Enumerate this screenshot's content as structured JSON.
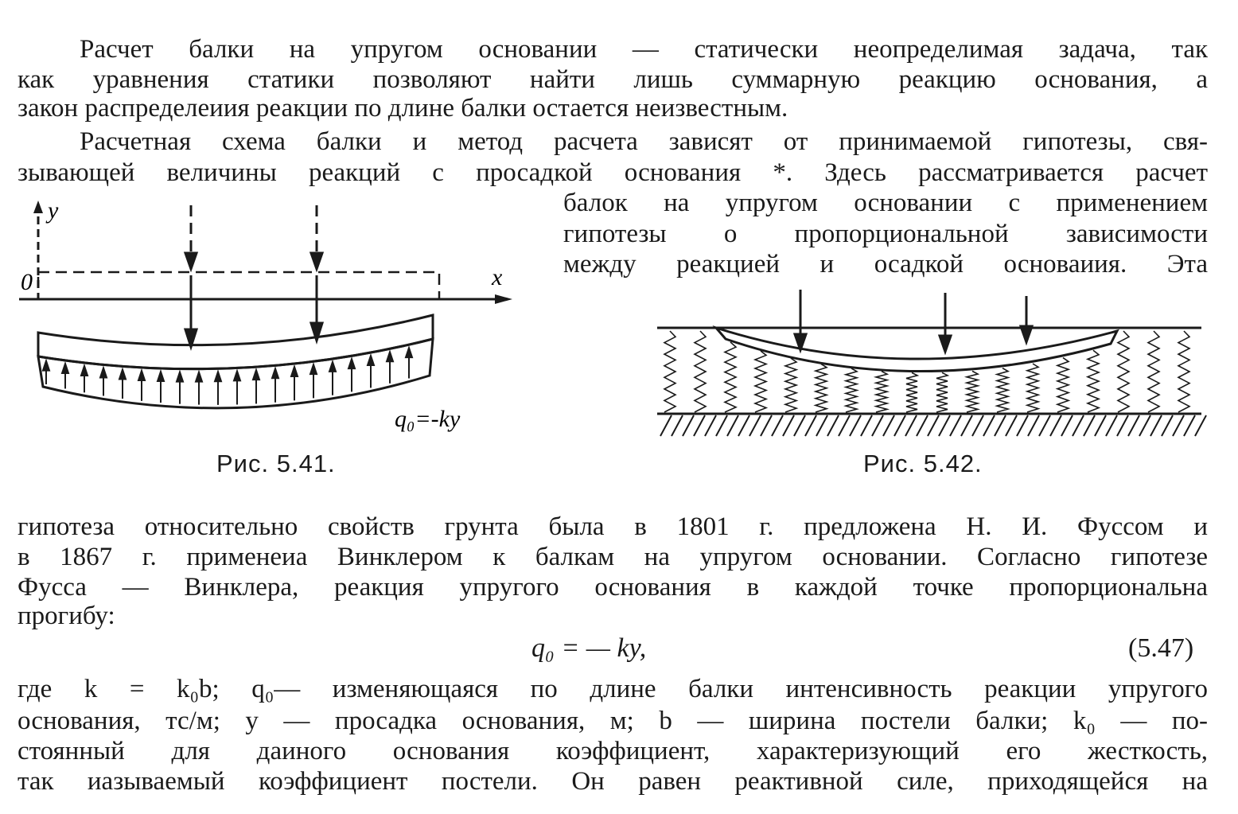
{
  "text": {
    "p1": [
      "Расчет балки на упругом основании — статически неопределимая задача, так",
      "как уравнения статики позволяют найти лишь суммарную реакцию основания, а",
      "закон распределеиия реакции по длине балки остается неизвестным."
    ],
    "p2": [
      "Расчетная схема балки и метод расчета зависят от принимаемой гипотезы, свя-",
      "зывающей величины реакций с просадкой основания *. Здесь рассматривается расчет",
      "балок на упругом основании с применением",
      "гипотезы о пропорциональной зависимости",
      "между реакцией и осадкой основаиия. Эта"
    ],
    "p3": [
      "гипотеза относительно свойств грунта была в 1801 г. предложена Н. И. Фуссом и",
      "в 1867 г. применеиа Винклером к балкам на упругом основании. Согласно гипотезе",
      "Фусса — Винклера, реакция упругого основания в каждой точке пропорциональна",
      "прогибу:"
    ],
    "formula": "q₀ = — ky,",
    "eq_number": "(5.47)",
    "p4": [
      "где k = k₀b; q₀— изменяющаяся по длине балки интенсивность реакции упругого",
      "основания, тс/м; y — просадка основания, м; b — ширина постели балки; k₀ — по-",
      "стоянный для даиного основания коэффициент, характеризующий его жесткость,",
      "так иазываемый коэффициент постели. Он равен реактивной силе, приходящейся на"
    ]
  },
  "figures": {
    "fig541": {
      "caption": "Рис. 5.41.",
      "y_label": "y",
      "origin_label": "0",
      "x_label": "x",
      "q_label": "q₀=-ky"
    },
    "fig542": {
      "caption": "Рис. 5.42."
    }
  }
}
